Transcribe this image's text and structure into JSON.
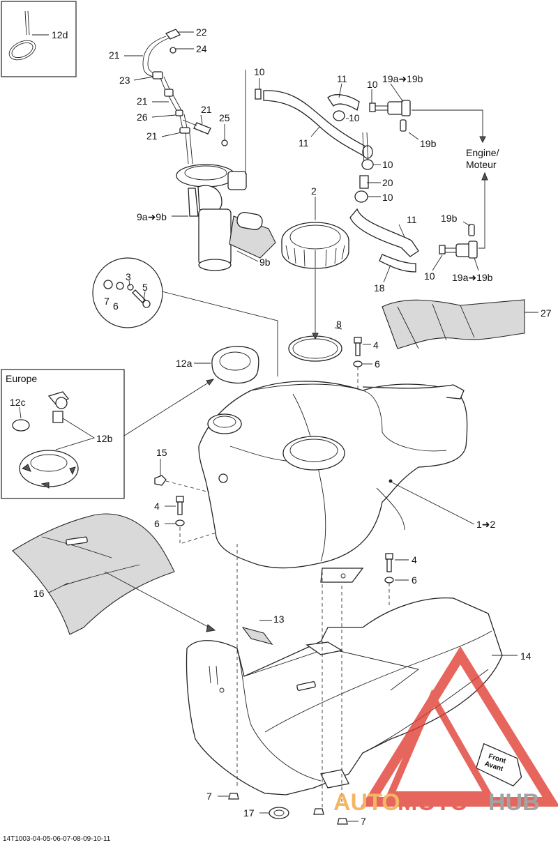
{
  "labels": {
    "l12d": "12d",
    "l22": "22",
    "l24": "24",
    "l21a": "21",
    "l23": "23",
    "l21b": "21",
    "l21c": "21",
    "l26": "26",
    "l25": "25",
    "l21d": "21",
    "l10a": "10",
    "l11a": "11",
    "l10b": "10",
    "l19ab_top": "19a➜19b",
    "l10c": "10",
    "l11b": "11",
    "l19b_top": "19b",
    "engine": "Engine/",
    "moteur": "Moteur",
    "l10d": "10",
    "l20": "20",
    "l10e": "10",
    "l2": "2",
    "l9ab": "9a➜9b",
    "l11c": "11",
    "l19b_mid": "19b",
    "l9b": "9b",
    "l18": "18",
    "l10f": "10",
    "l19ab_bot": "19a➜19b",
    "l3": "3",
    "l5": "5",
    "l7a": "7",
    "l6a": "6",
    "l27": "27",
    "l8": "8",
    "l4a": "4",
    "l6b": "6",
    "l12a": "12a",
    "europe": "Europe",
    "l12c": "12c",
    "l12b": "12b",
    "l15": "15",
    "l4b": "4",
    "l6c": "6",
    "l12": "1➜2",
    "l16": "16",
    "l4c": "4",
    "l6d": "6",
    "l13": "13",
    "l14": "14",
    "front": "Front",
    "avant": "Avant",
    "l7b": "7",
    "l17": "17",
    "l7c": "7",
    "footer": "14T1003-04-05-06-07-08-09-10-11",
    "watermark_a": "AUTO",
    "watermark_b": "MOTO",
    "watermark_c": "HUB"
  },
  "colors": {
    "watermark_red": "#e03a2f",
    "watermark_orange": "#f2a23a",
    "watermark_gray": "#8a8a8a"
  }
}
